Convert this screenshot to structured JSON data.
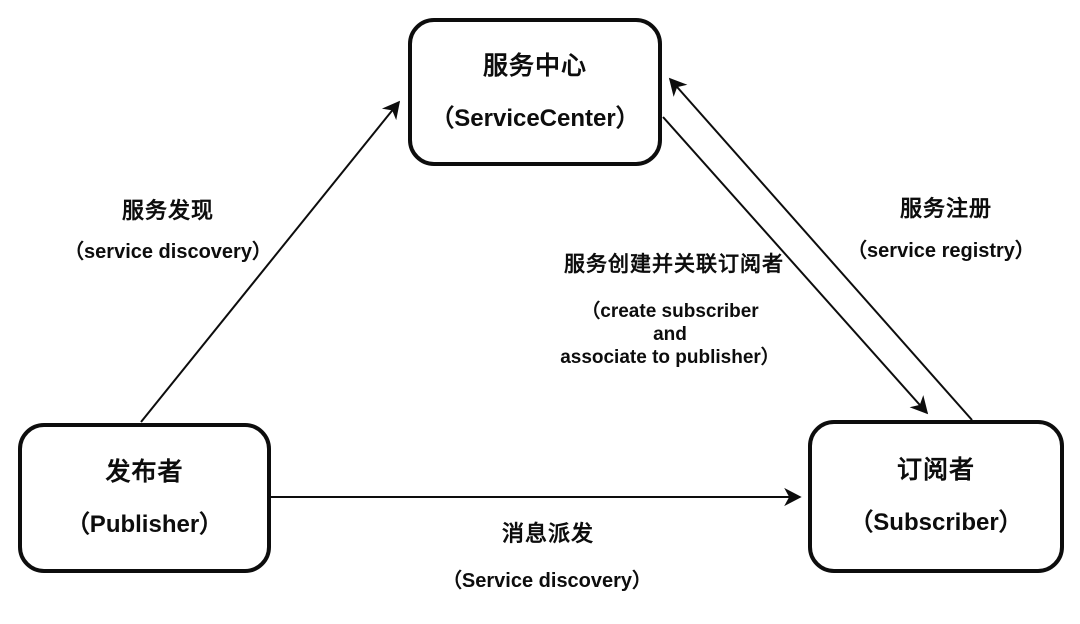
{
  "diagram": {
    "nodes": {
      "service_center": {
        "title": "服务中心",
        "subtitle": "（ServiceCenter）"
      },
      "publisher": {
        "title": "发布者",
        "subtitle": "（Publisher）"
      },
      "subscriber": {
        "title": "订阅者",
        "subtitle": "（Subscriber）"
      }
    },
    "edges": {
      "service_discovery": {
        "from": "publisher",
        "to": "service_center",
        "label_zh": "服务发现",
        "label_en": "（service discovery）"
      },
      "service_registry": {
        "from": "subscriber",
        "to": "service_center",
        "label_zh": "服务注册",
        "label_en": "（service registry）"
      },
      "create_subscriber": {
        "from": "service_center",
        "to": "subscriber",
        "label_zh": "服务创建并关联订阅者",
        "label_en_line1": "（create subscriber",
        "label_en_line2": "and",
        "label_en_line3": "associate to publisher）"
      },
      "message_dispatch": {
        "from": "publisher",
        "to": "subscriber",
        "label_zh": "消息派发",
        "label_en": "（Service discovery）"
      }
    },
    "colors": {
      "stroke": "#0d0d0d",
      "text": "#0d0d0d",
      "background": "#ffffff"
    }
  }
}
